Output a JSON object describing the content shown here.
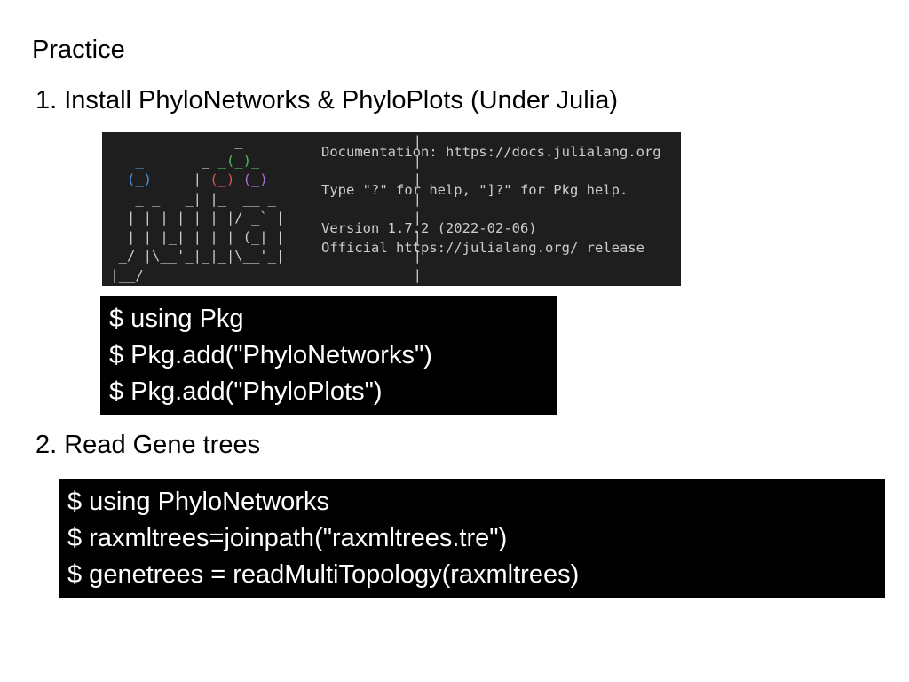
{
  "slide": {
    "title": "Practice"
  },
  "section1": {
    "heading": "1. Install PhyloNetworks & PhyloPlots (Under Julia)"
  },
  "terminal": {
    "info_lines": [
      "Documentation: https://docs.julialang.org",
      "",
      "Type \"?\" for help, \"]?\" for Pkg help.",
      "",
      "Version 1.7.2 (2022-02-06)",
      "Official https://julialang.org/ release"
    ],
    "colors": {
      "background": "#1e1e1e",
      "text": "#cccccc",
      "blue": "#4f8fde",
      "red": "#d4545a",
      "green": "#4fbf5a",
      "purple": "#b070d0"
    }
  },
  "code1": {
    "lines": [
      "$ using Pkg",
      "$ Pkg.add(\"PhyloNetworks\")",
      "$ Pkg.add(\"PhyloPlots\")"
    ]
  },
  "section2": {
    "heading": "2. Read Gene trees"
  },
  "code2": {
    "lines": [
      "$ using PhyloNetworks",
      "$ raxmltrees=joinpath(\"raxmltrees.tre\")",
      "$ genetrees = readMultiTopology(raxmltrees)"
    ]
  }
}
